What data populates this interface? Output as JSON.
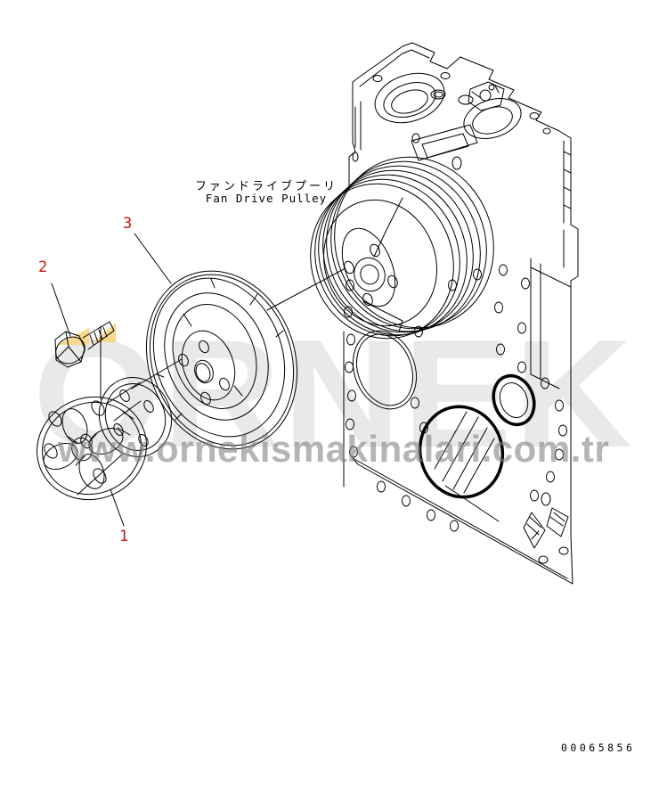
{
  "diagram": {
    "title_jp": "ファンドライブプーリ",
    "title_en": "Fan Drive Pulley",
    "drawing_number": "00065856",
    "callouts": [
      "1",
      "2",
      "3"
    ],
    "colors": {
      "line": "#000000",
      "callout_red": "#cc1111",
      "highlight_yellow": "#f8d98e",
      "watermark_gray": "#e9e9e9",
      "watermark_url_gray": "#808080"
    }
  },
  "watermark": {
    "brand": "ORNEK",
    "url": "www.ornekismakinalari.com.tr"
  }
}
